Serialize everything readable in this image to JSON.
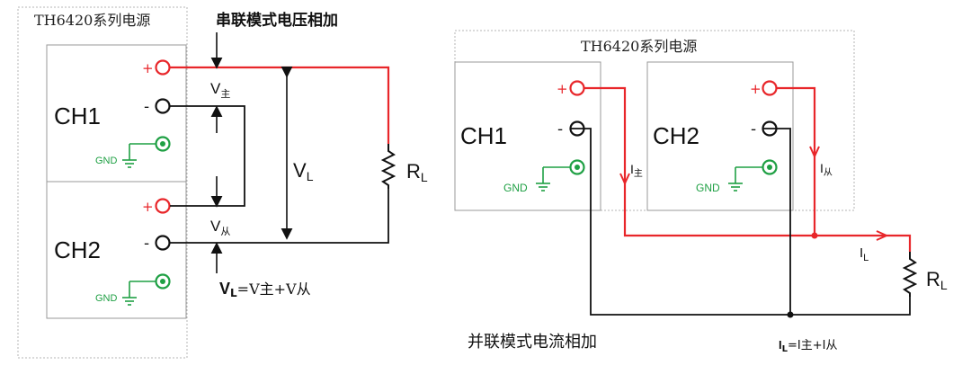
{
  "colors": {
    "red": "#e8262a",
    "green": "#1fa044",
    "black": "#111111",
    "gray": "#9a9a9a"
  },
  "series": {
    "supply_title": "TH6420系列电源",
    "mode_title": "串联模式电压相加",
    "ch1": "CH1",
    "ch2": "CH2",
    "plus": "+",
    "minus": "-",
    "gnd": "GND",
    "v_main_base": "V",
    "v_main_sub": "主",
    "v_slave_base": "V",
    "v_slave_sub": "从",
    "vl_base": "V",
    "vl_sub": "L",
    "rl_base": "R",
    "rl_sub": "L",
    "formula_vl_base": "V",
    "formula_vl_sub": "L",
    "formula_rest": "=V主+V从"
  },
  "parallel": {
    "supply_title": "TH6420系列电源",
    "mode_title": "并联模式电流相加",
    "ch1": "CH1",
    "ch2": "CH2",
    "plus": "+",
    "minus": "-",
    "gnd": "GND",
    "i_main_base": "I",
    "i_main_sub": "主",
    "i_slave_base": "I",
    "i_slave_sub": "从",
    "il_base": "I",
    "il_sub": "L",
    "rl_base": "R",
    "rl_sub": "L",
    "formula_il_base": "I",
    "formula_il_sub": "L",
    "formula_rest": "=I主+I从"
  }
}
